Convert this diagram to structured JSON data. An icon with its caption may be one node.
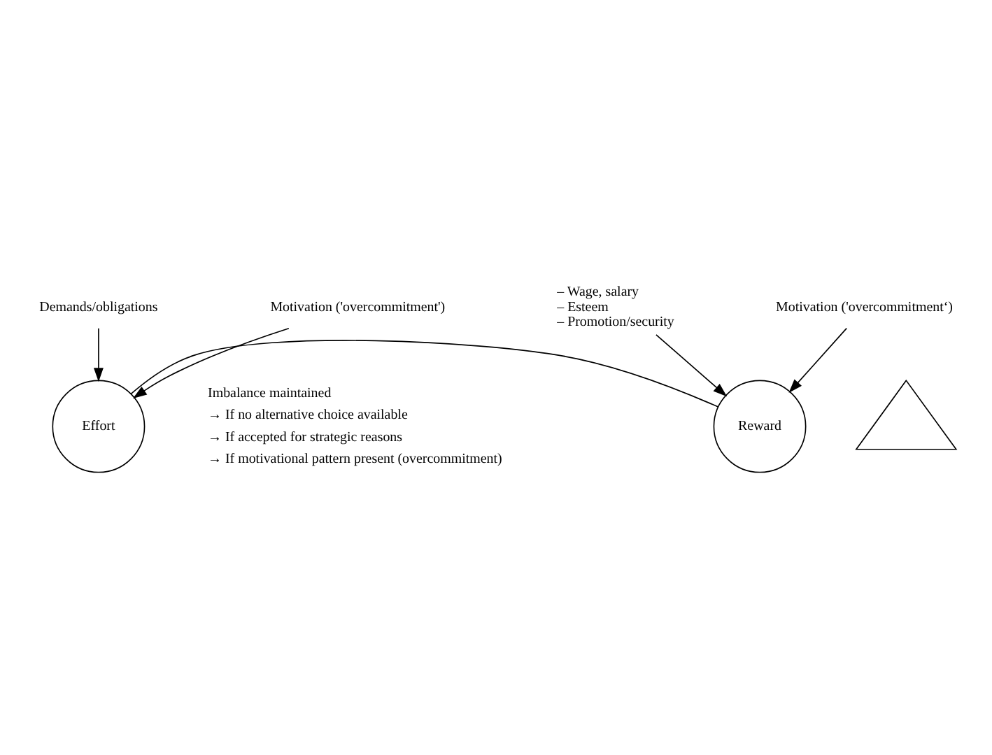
{
  "diagram": {
    "nodes": [
      {
        "text": [
          "Demands/obligations"
        ]
      },
      {
        "text": [
          "Effort"
        ]
      },
      {
        "text": [
          "Motivation ('overcommitment')"
        ]
      },
      {
        "text": [
          "– Wage, salary",
          "– Esteem",
          "– Promotion/security"
        ]
      },
      {
        "text": [
          "Reward"
        ]
      },
      {
        "text": [
          "Motivation ('overcommitment‘)"
        ]
      },
      {
        "text": [],
        "shape": "triangle"
      }
    ],
    "edges": [
      {
        "from": 0,
        "to": 1,
        "arrow": "to"
      },
      {
        "from": 2,
        "to": 1,
        "arrow": "to"
      },
      {
        "from": 3,
        "to": 4,
        "arrow": "to"
      },
      {
        "from": 5,
        "to": 4,
        "arrow": "to"
      },
      {
        "from": 1,
        "to": 4,
        "arrow": "none"
      }
    ],
    "labels": [
      "Imbalance maintained",
      "→ If no alternative choice available",
      "→ If accepted for strategic reasons",
      "→ If motivational pattern present (overcommitment)"
    ]
  }
}
